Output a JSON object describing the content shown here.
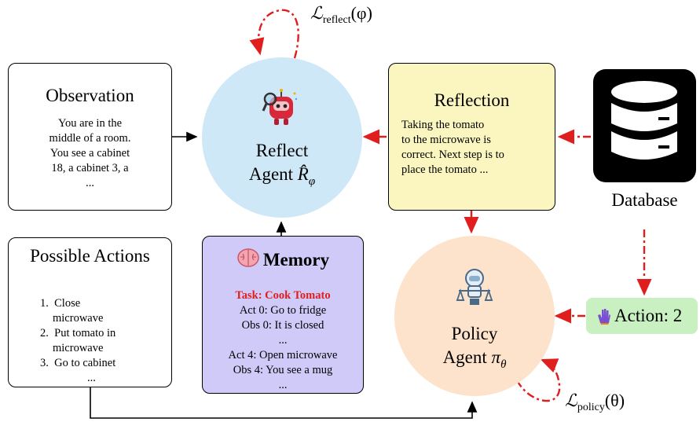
{
  "observation": {
    "title": "Observation",
    "lines": [
      "You are in the",
      "middle of a room.",
      "You see a cabinet",
      "18, a cabinet 3, a",
      "..."
    ]
  },
  "reflect_agent": {
    "line1": "Reflect",
    "line2": "Agent",
    "symbol": "R̂",
    "subscript": "φ",
    "icon": "robot-with-magnifier-icon"
  },
  "reflection": {
    "title": "Reflection",
    "lines": [
      "Taking the tomato",
      "to the microwave is",
      "correct.  Next step is to",
      "place the tomato ..."
    ]
  },
  "database": {
    "label": "Database",
    "icon": "database-icon"
  },
  "loss_reflect": {
    "symbol": "ℒ",
    "subscript": "reflect",
    "arg": "(φ)"
  },
  "possible_actions": {
    "title": "Possible Actions",
    "items": [
      [
        "Close",
        "microwave"
      ],
      [
        "Put tomato in",
        "microwave"
      ],
      [
        "Go to cabinet"
      ]
    ],
    "ellipsis": "..."
  },
  "memory": {
    "title": "Memory",
    "icon": "brain-icon",
    "task": "Task:  Cook Tomato",
    "lines": [
      "Act 0:  Go to fridge",
      "Obs 0:  It is closed",
      "...",
      "Act 4:  Open microwave",
      "Obs 4:  You see a mug",
      "..."
    ]
  },
  "policy_agent": {
    "line1": "Policy",
    "line2": "Agent",
    "symbol": "π",
    "subscript": "θ",
    "icon": "robot-with-scales-icon"
  },
  "action": {
    "label": "Action: 2",
    "icon": "hand-icon"
  },
  "loss_policy": {
    "symbol": "ℒ",
    "subscript": "policy",
    "arg": "(θ)"
  },
  "colors": {
    "reflect_circle": "#cfe8f7",
    "policy_circle": "#fde3cc",
    "reflection_box": "#fbf6c0",
    "memory_box": "#cfcaf7",
    "action_box": "#c8f0c0",
    "red_arrow": "#e01e1e"
  }
}
